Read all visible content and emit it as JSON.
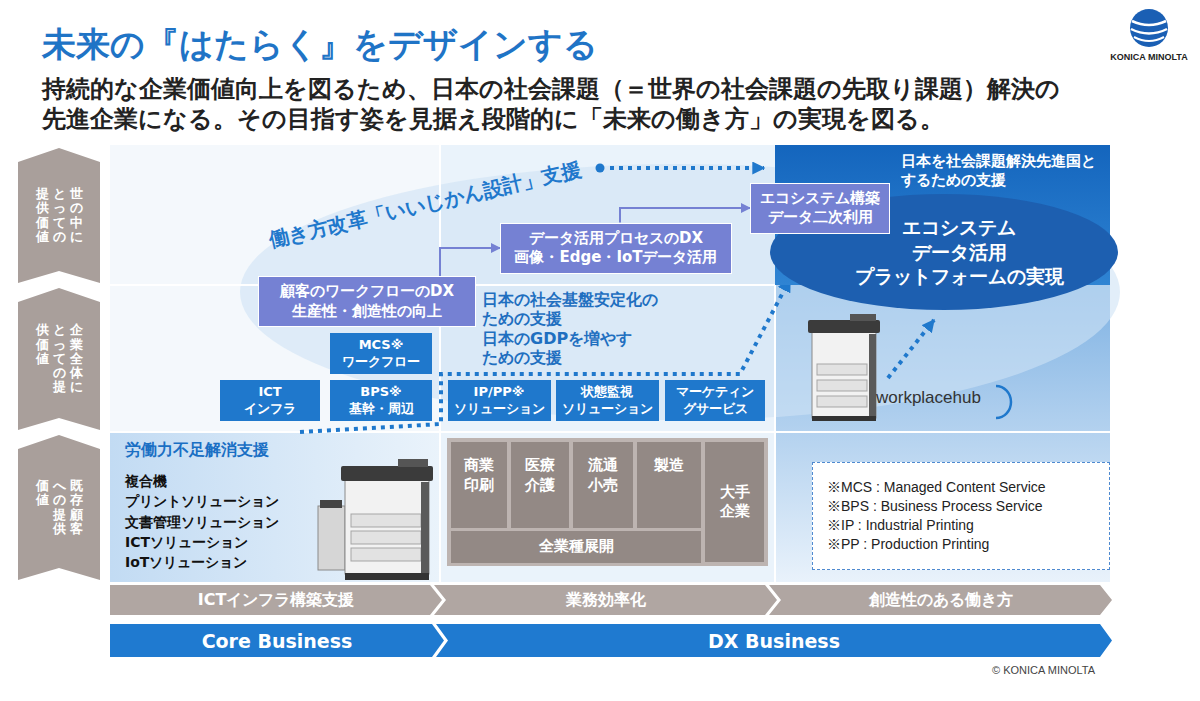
{
  "diagram": {
    "title": "未来の『はたらく』をデザインする",
    "nodes": [
      {
        "text": [
          "世の中にとっての提供価値"
        ]
      },
      {
        "text": [
          "企業全体にとっての提供価値"
        ]
      },
      {
        "text": [
          "既存顧客への提供価値"
        ]
      },
      {
        "text": [
          "日本を社会課題解決先進国と するための支援"
        ]
      },
      {
        "text": [
          "エコシステム構築 データ二次利用"
        ]
      },
      {
        "text": [
          "エコシステム データ活用 プラットフォームの実現"
        ]
      },
      {
        "text": [
          "データ活用プロセスのDX 画像・Edge・IoTデータ活用"
        ]
      },
      {
        "text": [
          "顧客のワークフローのDX 生産性・創造性の向上"
        ]
      },
      {
        "text": [
          "MCS※ ワークフロー"
        ]
      },
      {
        "text": [
          "ICT インフラ"
        ]
      },
      {
        "text": [
          "BPS※ 基幹・周辺"
        ]
      },
      {
        "text": [
          "IP/PP※ ソリューション"
        ]
      },
      {
        "text": [
          "状態監視 ソリューション"
        ]
      },
      {
        "text": [
          "マーケティン グサービス"
        ]
      },
      {
        "text": [
          "労働力不足解消支援",
          "複合機 プリントソリューション 文書管理ソリューション ICTソリューション IoTソリューション"
        ]
      },
      {
        "text": [
          "商業 印刷"
        ]
      },
      {
        "text": [
          "医療 介護"
        ]
      },
      {
        "text": [
          "流通 小売"
        ]
      },
      {
        "text": [
          "製造"
        ]
      },
      {
        "text": [
          "大手 企業"
        ]
      },
      {
        "text": [
          "全業種展開"
        ]
      },
      {
        "text": [
          "※MCS : Managed Content Service",
          "※BPS : Business Process Service",
          "※IP : Industrial Printing",
          "※PP : Production Printing"
        ]
      },
      {
        "text": [
          "ICTインフラ構築支援"
        ]
      },
      {
        "text": [
          "業務効率化"
        ]
      },
      {
        "text": [
          "創造性のある働き方"
        ]
      },
      {
        "text": [
          "Core Business"
        ]
      },
      {
        "text": [
          "DX Business"
        ]
      }
    ],
    "edges": [
      {
        "from": 7,
        "to": 6,
        "arrow": "to"
      },
      {
        "from": 6,
        "to": 4,
        "arrow": "to"
      },
      {
        "from": 14,
        "to": 5,
        "arrow": "to"
      }
    ],
    "labels": [
      "持続的な企業価値向上を図るため、日本の社会課題（＝世界の社会課題の先取り課題）解決の 先進企業になる。その目指す姿を見据え段階的に「未来の働き方」の実現を図る。",
      "KONICA MINOLTA",
      "働き方改革「いいじかん設計」支援",
      "日本の社会基盤安定化の ための支援",
      "日本のGDPを増やす ための支援",
      "workplacehub",
      "© KONICA MINOLTA"
    ]
  }
}
